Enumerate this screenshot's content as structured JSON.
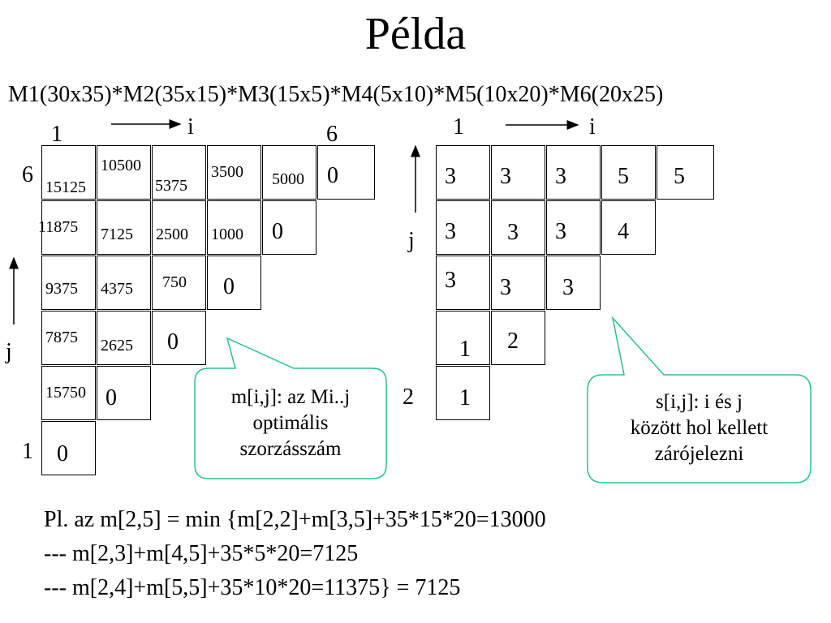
{
  "title": "Példa",
  "formula": "M1(30x35)*M2(35x15)*M3(15x5)*M4(5x10)*M5(10x20)*M6(20x25)",
  "m_table": {
    "top_left_label": "1",
    "top_right_label": "6",
    "i_label": "i",
    "j_label": "j",
    "row_top_label": "6",
    "row_bottom_label": "1",
    "values": {
      "r0c0": "15125",
      "r0c1": "10500",
      "r0c2": "5375",
      "r0c3": "3500",
      "r0c4": "5000",
      "r0c5": "0",
      "r1c0": "11875",
      "r1c1": "7125",
      "r1c2": "2500",
      "r1c3": "1000",
      "r1c4": "0",
      "r2c0": "9375",
      "r2c1": "4375",
      "r2c2": "750",
      "r2c3": "0",
      "r3c0": "7875",
      "r3c1": "2625",
      "r3c2": "0",
      "r4c0": "15750",
      "r4c1": "0",
      "r5c0": "0"
    }
  },
  "s_table": {
    "top_left_label": "1",
    "i_label": "i",
    "j_label": "j",
    "row_bottom_label": "2",
    "values": {
      "r0c0": "3",
      "r0c1": "3",
      "r0c2": "3",
      "r0c3": "5",
      "r0c4": "5",
      "r1c0": "3",
      "r1c1": "3",
      "r1c2": "3",
      "r1c3": "4",
      "r2c0": "3",
      "r2c1": "3",
      "r2c2": "3",
      "r3c0": "1",
      "r3c1": "2",
      "r4c0": "1"
    }
  },
  "callout_m": [
    "m[i,j]: az Mi..j",
    "optimális",
    "szorzásszám"
  ],
  "callout_s": [
    "s[i,j]: i és j",
    "között hol kellett",
    "zárójelezni"
  ],
  "callout_color": "#2ebf8f",
  "bottom_lines": [
    "Pl. az m[2,5] = min {m[2,2]+m[3,5]+35*15*20=13000",
    "--- m[2,3]+m[4,5]+35*5*20=7125",
    "--- m[2,4]+m[5,5]+35*10*20=11375} = 7125"
  ]
}
